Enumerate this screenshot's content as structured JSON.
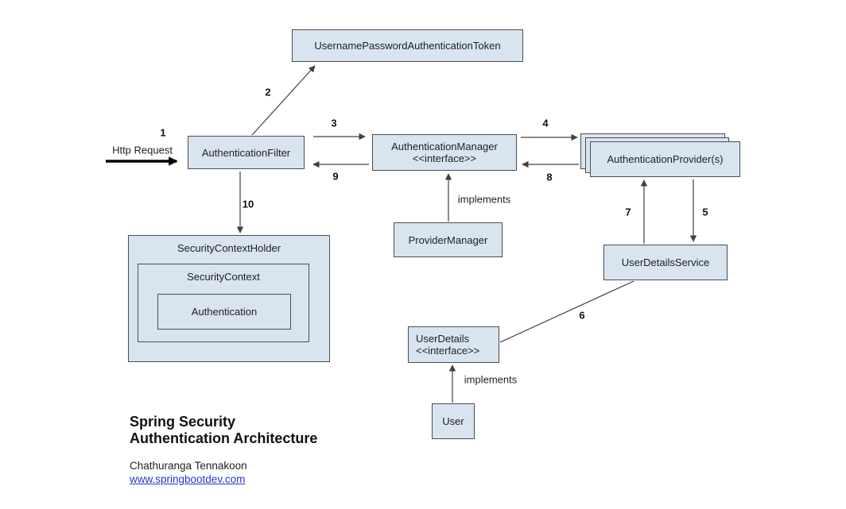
{
  "diagram": {
    "nodes": {
      "token": {
        "label": "UsernamePasswordAuthenticationToken"
      },
      "filter": {
        "label": "AuthenticationFilter"
      },
      "manager": {
        "label": "AuthenticationManager",
        "stereotype": "<<interface>>"
      },
      "provider": {
        "label": "AuthenticationProvider(s)"
      },
      "provider_manager": {
        "label": "ProviderManager"
      },
      "user_details_service": {
        "label": "UserDetailsService"
      },
      "security_context_holder": {
        "label": "SecurityContextHolder"
      },
      "security_context": {
        "label": "SecurityContext"
      },
      "authentication": {
        "label": "Authentication"
      },
      "user_details": {
        "label": "UserDetails",
        "stereotype": "<<interface>>"
      },
      "user": {
        "label": "User"
      }
    },
    "labels": {
      "http_request": "Http Request",
      "implements_top": "implements",
      "implements_bottom": "implements",
      "steps": [
        "1",
        "2",
        "3",
        "4",
        "5",
        "6",
        "7",
        "8",
        "9",
        "10"
      ]
    },
    "colors": {
      "box_fill": "#d9e4f1",
      "box_border": "#4d4d4d",
      "connector": "#404040",
      "http_arrow": "#000000",
      "link": "#2a35cc"
    }
  },
  "footer": {
    "title_line1": "Spring Security",
    "title_line2": "Authentication Architecture",
    "author": "Chathuranga Tennakoon",
    "website": "www.springbootdev.com"
  }
}
